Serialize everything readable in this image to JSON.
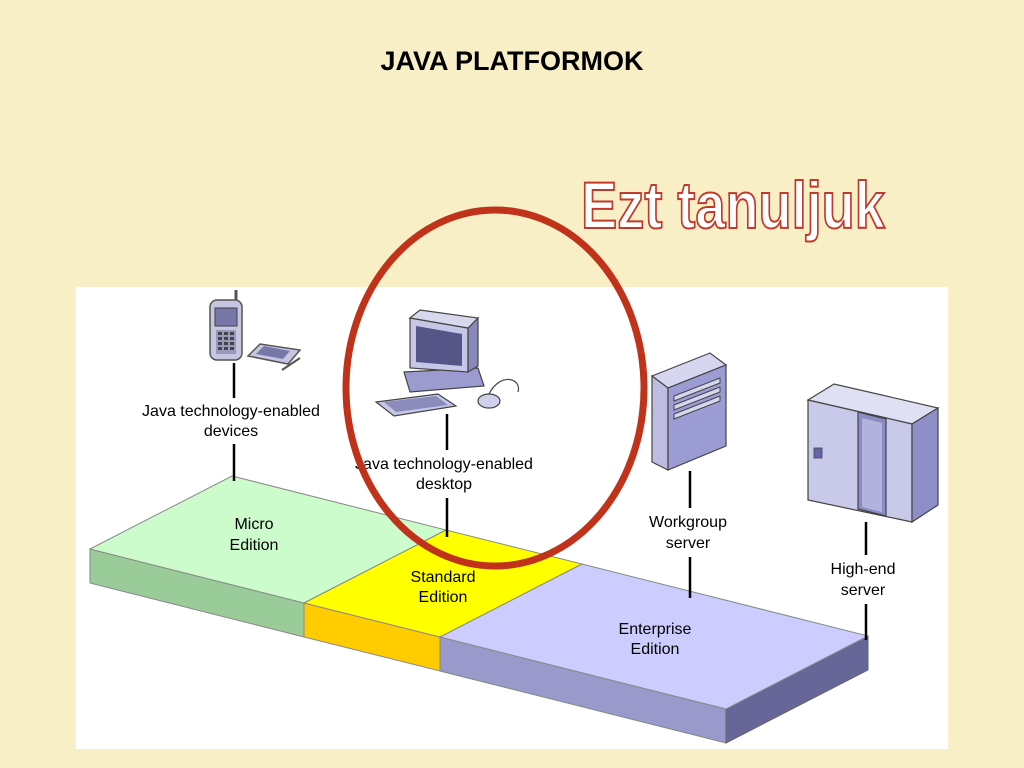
{
  "slide": {
    "title": "JAVA PLATFORMOK",
    "callout": "Ezt tanuljuk"
  },
  "diagram": {
    "nodes": {
      "devices": [
        "Java technology-enabled",
        "devices"
      ],
      "desktop": [
        "Java technology-enabled",
        "desktop"
      ],
      "workgroup": [
        "Workgroup",
        "server"
      ],
      "highend": [
        "High-end",
        "server"
      ]
    },
    "platforms": {
      "micro": [
        "Micro",
        "Edition"
      ],
      "standard": [
        "Standard",
        "Edition"
      ],
      "enterprise": [
        "Enterprise",
        "Edition"
      ]
    }
  },
  "colors": {
    "background": "#f9efc6",
    "micro_top": "#ccfbcc",
    "micro_side": "#99cc99",
    "standard_top": "#ffff00",
    "standard_side": "#ffcc00",
    "enterprise_top": "#ccccff",
    "enterprise_side": "#9999cc",
    "enterprise_end": "#666699",
    "highlight_ellipse": "#c0331a",
    "callout_outline": "#c0392b"
  }
}
